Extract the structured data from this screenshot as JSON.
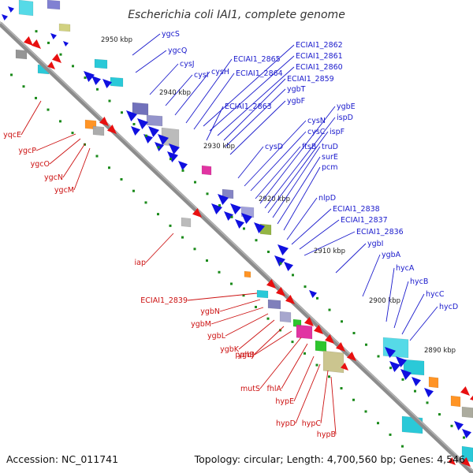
{
  "title": "Escherichia coli IAI1, complete genome",
  "footer": {
    "accession": "Accession: NC_011741",
    "summary": "Topology: circular; Length: 4,700,560 bp; Genes: 4,546"
  },
  "colors": {
    "forward": "#1010e0",
    "reverse": "#e81010",
    "backbone": "#8c8c8c",
    "tick": "#1a8a1a",
    "blue_label": "#1a1acc",
    "red_label": "#cc1111"
  },
  "kbp_markers": [
    "2950 kbp",
    "2940 kbp",
    "2930 kbp",
    "2920 kbp",
    "2910 kbp",
    "2900 kbp",
    "2890 kbp"
  ],
  "forward_genes": [
    "ygcS",
    "ygcQ",
    "cysJ",
    "cysI",
    "cysH",
    "ECIAI1_2865",
    "ECIAI1_2864",
    "ECIAI1_2863",
    "ECIAI1_2862",
    "ECIAI1_2861",
    "ECIAI1_2860",
    "ECIAI1_2859",
    "ygbT",
    "ygbF",
    "cysD",
    "cysN",
    "cysC",
    "ftsB",
    "ygbE",
    "ispD",
    "ispF",
    "truD",
    "surE",
    "pcm",
    "nlpD",
    "ECIAI1_2838",
    "ECIAI1_2837",
    "ECIAI1_2836",
    "ygbI",
    "ygbA",
    "hycA",
    "hycB",
    "hycC",
    "hycD"
  ],
  "reverse_genes": [
    "yqcE",
    "ygcP",
    "ygcO",
    "ygcN",
    "ygcM",
    "iap",
    "ECIAI1_2839",
    "ygbN",
    "ygbM",
    "ygbL",
    "ygbK",
    "ygbJ",
    "pphB",
    "mutS",
    "fhlA",
    "hypE",
    "hypD",
    "hypC",
    "hypB"
  ]
}
